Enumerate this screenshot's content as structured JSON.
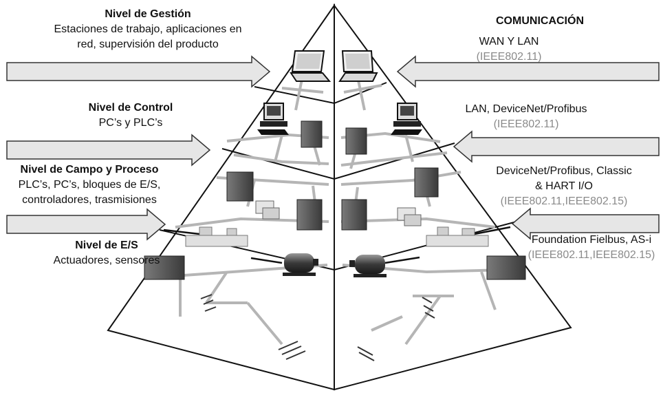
{
  "left": {
    "management": {
      "title": "Nivel de Gestión",
      "lines": [
        "Estaciones de trabajo, aplicaciones en",
        "red, supervisión del producto"
      ]
    },
    "control": {
      "title": "Nivel de Control",
      "lines": [
        "PC’s y PLC’s"
      ]
    },
    "field": {
      "title": "Nivel de Campo y Proceso",
      "lines": [
        "PLC’s, PC’s, bloques de E/S,",
        "controladores, trasmisiones"
      ]
    },
    "io": {
      "title": "Nivel de E/S",
      "lines": [
        "Actuadores, sensores"
      ]
    }
  },
  "right": {
    "header": "COMUNICACIÓN",
    "management": {
      "proto": "WAN Y LAN",
      "std": "(IEEE802.11)"
    },
    "control": {
      "proto": "LAN, DeviceNet/Profibus",
      "std": "(IEEE802.11)"
    },
    "field": {
      "proto": [
        "DeviceNet/Profibus, Classic",
        "& HART I/O"
      ],
      "std": "(IEEE802.11,IEEE802.15)"
    },
    "io": {
      "proto": "Foundation Fielbus, AS-i",
      "std": "(IEEE802.11,IEEE802.15)"
    }
  },
  "colors": {
    "arrow_fill": "#e6e6e6",
    "arrow_stroke": "#333333",
    "network_line": "#b5b5b5",
    "device_dark": "#5a5a5a",
    "gray_text": "#8a8a8a"
  }
}
